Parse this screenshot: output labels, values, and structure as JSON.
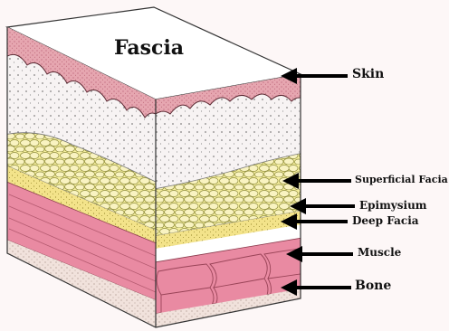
{
  "diagram": {
    "title": "Fascia",
    "labels": {
      "skin": "Skin",
      "superficial": "Superficial Facia",
      "epimysium": "Epimysium",
      "deep": "Deep Facia",
      "muscle": "Muscle",
      "bone": "Bone"
    }
  },
  "colors": {
    "background": "#fdf7f7",
    "skin": "#e6a6b0",
    "dermis": "#f7eef0",
    "fat": "#f6ef9e",
    "fat_cell": "#f8f0b6",
    "deep_fascia": "#f3e38a",
    "muscle": "#e98aa2",
    "bone": "#f1e2dc",
    "outline": "#333333"
  }
}
